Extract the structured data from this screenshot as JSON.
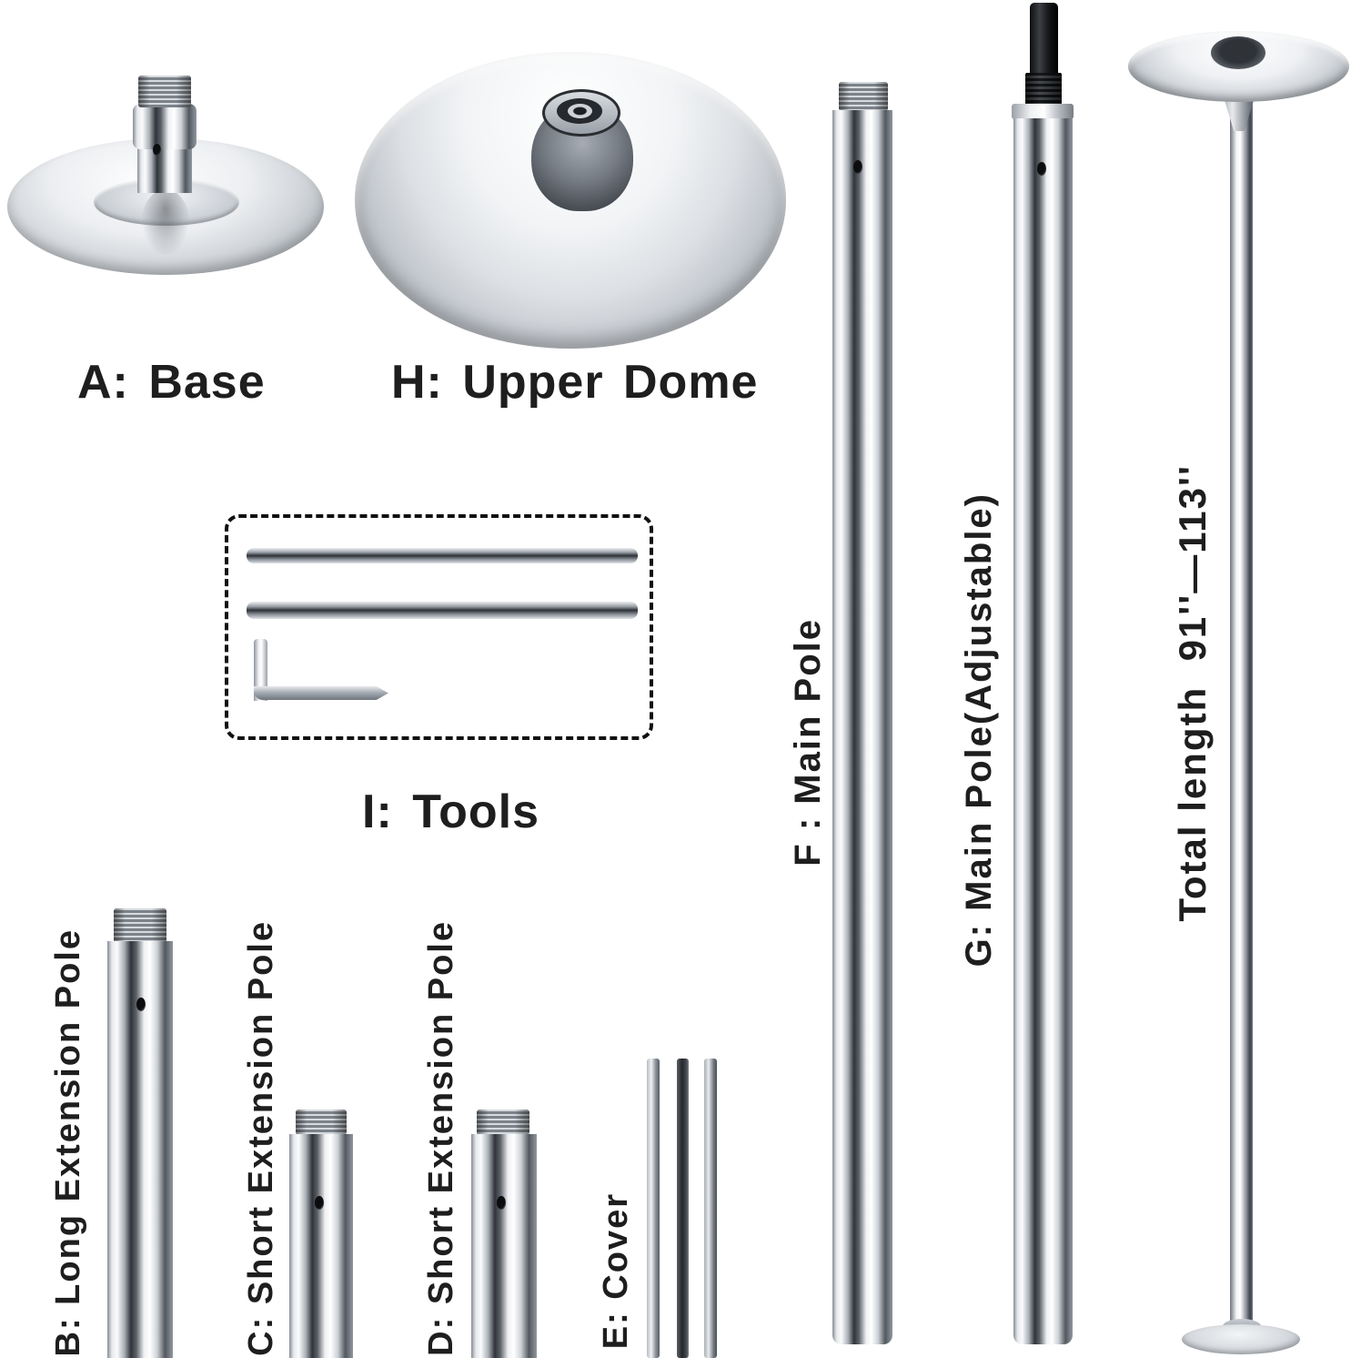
{
  "labels": {
    "a": "A: Base",
    "h": "H: Upper Dome",
    "i": "I: Tools",
    "b": "B: Long Extension Pole",
    "c": "C: Short Extension Pole",
    "d": "D: Short Extension Pole",
    "e": "E: Cover",
    "f": "F : Main Pole",
    "g": "G: Main Pole(Adjustable)",
    "total": "Total length  91''—113''"
  },
  "colors": {
    "background": "#ffffff",
    "text": "#1e1e1e",
    "chrome_light": "#f5f7f9",
    "chrome_mid": "#aab0b7",
    "chrome_dark": "#2e3238",
    "black_part": "#1a1c1f"
  }
}
